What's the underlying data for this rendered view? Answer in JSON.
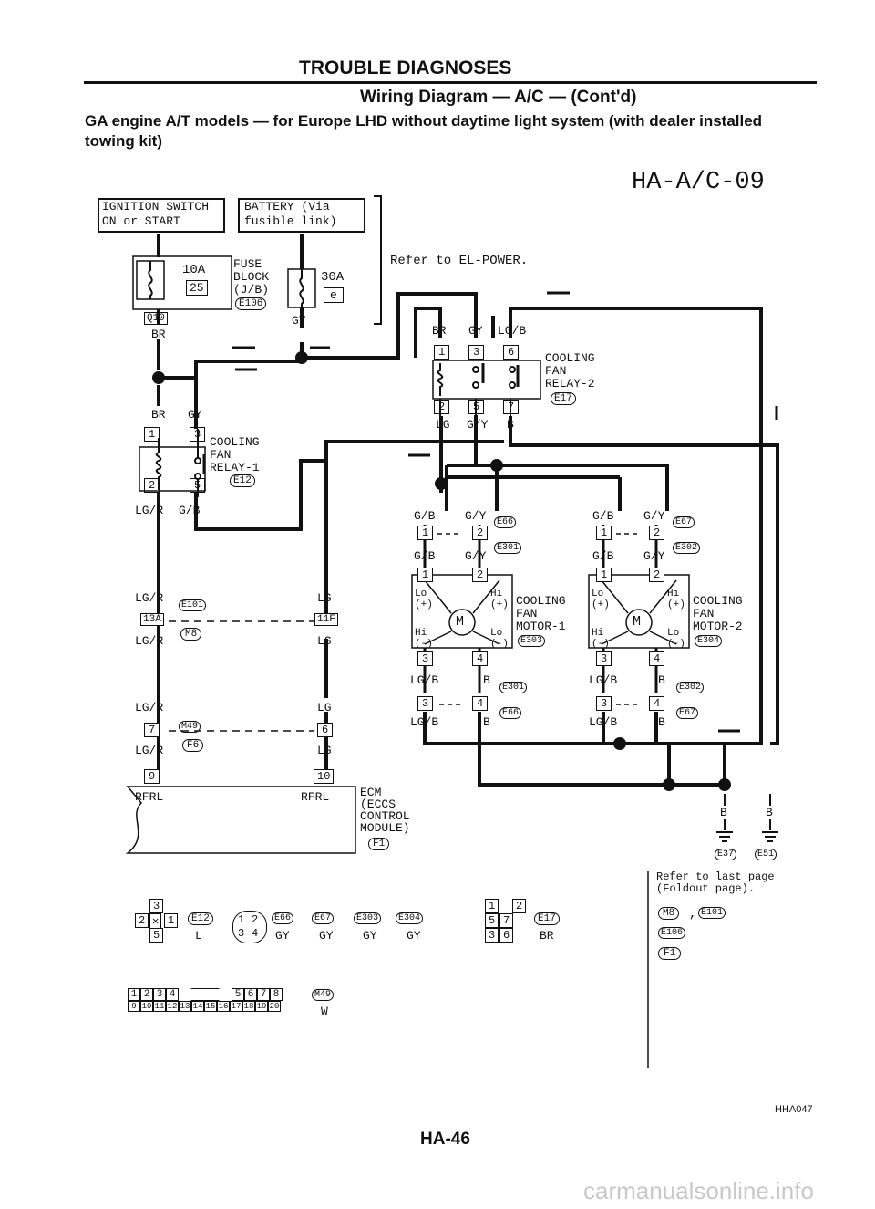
{
  "page": {
    "title": "TROUBLE DIAGNOSES",
    "subtitle": "Wiring Diagram — A/C — (Cont'd)",
    "description": "GA engine A/T models — for Europe LHD without daytime light system (with dealer installed towing kit)",
    "diagram_code": "HA-A/C-09",
    "footer_code": "HHA047",
    "page_number": "HA-46",
    "watermark": "carmanualsonline.info"
  },
  "boxes": {
    "ignition": [
      "IGNITION SWITCH",
      "ON or START"
    ],
    "battery": [
      "BATTERY (Via",
      "fusible link)"
    ],
    "refer_power": "Refer to EL-POWER."
  },
  "fuse_block": {
    "fuse1_amp": "10A",
    "fuse1_no": "25",
    "label": [
      "FUSE",
      "BLOCK",
      "(J/B)"
    ],
    "connector": "E106",
    "fuse2_amp": "30A",
    "fuse2_no": "e",
    "gy": "GY",
    "q10": "Q10",
    "br": "BR"
  },
  "relay1": {
    "name": [
      "COOLING",
      "FAN",
      "RELAY-1"
    ],
    "conn": "E12",
    "top_wires": [
      "BR",
      "GY"
    ],
    "pins_top": [
      "1",
      "3"
    ],
    "pins_bot": [
      "2",
      "5"
    ],
    "bot_wires": [
      "LG/R",
      "G/B"
    ]
  },
  "relay2": {
    "name": [
      "COOLING",
      "FAN",
      "RELAY-2"
    ],
    "conn": "E17",
    "top_wires": [
      "BR",
      "GY",
      "LG/B"
    ],
    "pins_top": [
      "1",
      "3",
      "6"
    ],
    "pins_bot": [
      "2",
      "5",
      "7"
    ],
    "bot_wires": [
      "LG",
      "G/Y",
      "B"
    ]
  },
  "left_connectors": {
    "c1_w_top": "LG/R",
    "c1_conn_top": "E101",
    "c1_pin_l": "13A",
    "c1_pin_r": "11F",
    "c1_w_bot": "LG/R",
    "c1_conn_bot": "M8",
    "lg": "LG",
    "c2_w_top": "LG/R",
    "c2_conn_top": "M49",
    "c2_pin_l": "7",
    "c2_pin_r": "6",
    "c2_w_bot": "LG/R",
    "c2_conn_bot": "F6",
    "ecm_pin_l": "9",
    "ecm_pin_r": "10",
    "rfrl": "RFRL",
    "ecm_name": [
      "ECM",
      "(ECCS",
      "CONTROL",
      "MODULE)"
    ],
    "ecm_conn": "F1"
  },
  "motor1": {
    "name": [
      "COOLING",
      "FAN",
      "MOTOR-1"
    ],
    "conn": "E303",
    "w_top": [
      "G/B",
      "G/Y"
    ],
    "conn_top1": "E66",
    "conn_top2": "E301",
    "pins_a": [
      "1",
      "2"
    ],
    "pins_b": [
      "1",
      "2"
    ],
    "w_mid": [
      "G/B",
      "G/Y"
    ],
    "lo_plus": [
      "Lo",
      "(+)"
    ],
    "hi_plus": [
      "Hi",
      "(+)"
    ],
    "hi_minus": [
      "Hi",
      "(-)"
    ],
    "lo_minus": [
      "Lo",
      "(-)"
    ],
    "pins_c": [
      "3",
      "4"
    ],
    "w_bot": [
      "LG/B",
      "B"
    ],
    "conn_bot1": "E301",
    "conn_bot2": "E66",
    "pins_d": [
      "3",
      "4"
    ],
    "w_bot2": [
      "LG/B",
      "B"
    ]
  },
  "motor2": {
    "name": [
      "COOLING",
      "FAN",
      "MOTOR-2"
    ],
    "conn": "E304",
    "w_top": [
      "G/B",
      "G/Y"
    ],
    "conn_top1": "E67",
    "conn_top2": "E302",
    "w_mid": [
      "G/B",
      "G/Y"
    ],
    "conn_bot1": "E302",
    "conn_bot2": "E67",
    "w_bot": [
      "LG/B",
      "B"
    ],
    "w_bot2": [
      "LG/B",
      "B"
    ]
  },
  "grounds": {
    "w": [
      "B",
      "B"
    ],
    "conns": [
      "E37",
      "E51"
    ]
  },
  "refer_last": [
    "Refer to last page",
    "(Foldout page)."
  ],
  "refer_conns": [
    "M8",
    "E101",
    "E106",
    "F1"
  ],
  "connector_views": {
    "v1_conn": "E12",
    "v1_color": "L",
    "v1_pins": [
      "3",
      "2",
      "1",
      "5"
    ],
    "v2_conns": [
      "E66",
      "E67",
      "E303",
      "E304"
    ],
    "v2_colors": [
      "GY",
      "GY",
      "GY",
      "GY"
    ],
    "v2_pins": [
      "1",
      "2",
      "3",
      "4"
    ],
    "v3_conn": "E17",
    "v3_color": "BR",
    "v3_pins": [
      "1",
      "2",
      "5",
      "7",
      "3",
      "6"
    ],
    "v4_conn": "M49",
    "v4_color": "W",
    "v4_row1a": [
      "1",
      "2",
      "3",
      "4"
    ],
    "v4_row1b": [
      "5",
      "6",
      "7",
      "8"
    ],
    "v4_row2": [
      "9",
      "10",
      "11",
      "12",
      "13",
      "14",
      "15",
      "16",
      "17",
      "18",
      "19",
      "20"
    ]
  }
}
